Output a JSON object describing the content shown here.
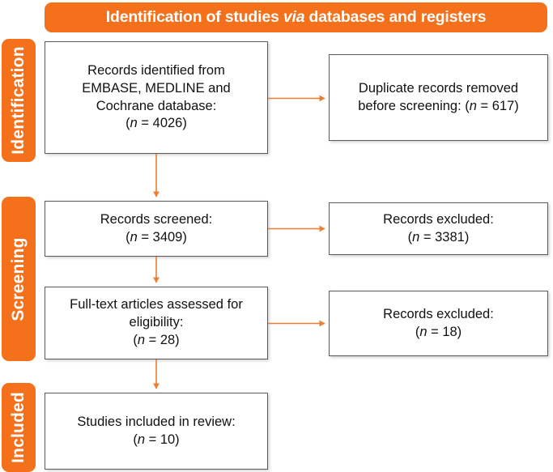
{
  "figure": {
    "type": "prisma-flow-diagram",
    "accent_color": "#F4701B",
    "box_border_color": "#595959",
    "background": "#FFFFFF"
  },
  "banner": {
    "text_before": "Identification of studies ",
    "text_italic": "via",
    "text_after": " databases and registers",
    "full_text": "Identification of studies via databases and registers"
  },
  "stages": [
    {
      "id": "identification",
      "label": "Identification"
    },
    {
      "id": "screening",
      "label": "Screening"
    },
    {
      "id": "included",
      "label": "Included"
    }
  ],
  "nodes": {
    "identified": {
      "line1": "Records identified from",
      "line2": "EMBASE, MEDLINE and",
      "line3": "Cochrane database:",
      "n_symbol": "n",
      "count": "4026",
      "count_line": "(n = 4026)"
    },
    "duplicates": {
      "line1": "Duplicate records removed",
      "line2_before": "before screening: (",
      "n_symbol": "n",
      "line2_after": " = 617)",
      "count": "617",
      "full_text": "Duplicate records removed before screening: (n = 617)"
    },
    "screened": {
      "line1": "Records screened:",
      "n_symbol": "n",
      "count": "3409",
      "count_line": "(n = 3409)"
    },
    "excluded_screening": {
      "line1": "Records excluded:",
      "n_symbol": "n",
      "count": "3381",
      "count_line": "(n = 3381)"
    },
    "fulltext": {
      "line1": "Full-text articles assessed for",
      "line2": "eligibility:",
      "n_symbol": "n",
      "count": "28",
      "count_line": "(n = 28)"
    },
    "excluded_eligibility": {
      "line1": "Records excluded:",
      "n_symbol": "n",
      "count": "18",
      "count_line": "(n = 18)"
    },
    "included": {
      "line1": "Studies included in review:",
      "n_symbol": "n",
      "count": "10",
      "count_line": "(n = 10)"
    }
  },
  "chart_data": {
    "type": "flow",
    "title": "Identification of studies via databases and registers",
    "stages": [
      "Identification",
      "Screening",
      "Included"
    ],
    "flow_steps": [
      {
        "stage": "Identification",
        "label": "Records identified from EMBASE, MEDLINE and Cochrane database",
        "n": 4026
      },
      {
        "stage": "Identification",
        "label": "Duplicate records removed before screening",
        "n": 617,
        "branch": "excluded"
      },
      {
        "stage": "Screening",
        "label": "Records screened",
        "n": 3409
      },
      {
        "stage": "Screening",
        "label": "Records excluded",
        "n": 3381,
        "branch": "excluded"
      },
      {
        "stage": "Screening",
        "label": "Full-text articles assessed for eligibility",
        "n": 28
      },
      {
        "stage": "Screening",
        "label": "Records excluded",
        "n": 18,
        "branch": "excluded"
      },
      {
        "stage": "Included",
        "label": "Studies included in review",
        "n": 10
      }
    ]
  }
}
